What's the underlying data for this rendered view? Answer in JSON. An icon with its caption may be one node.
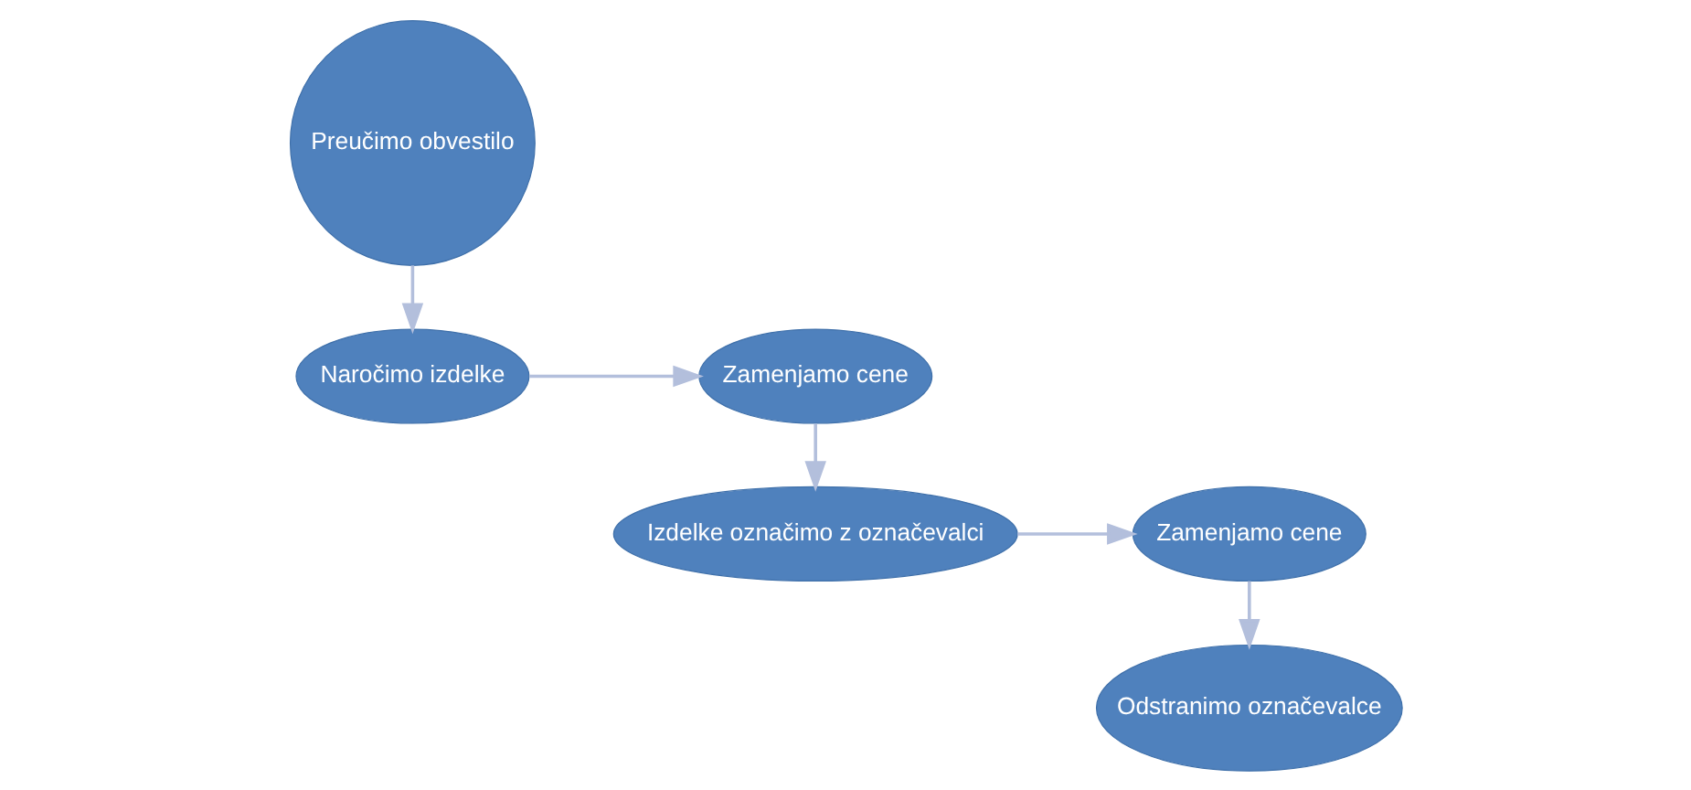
{
  "diagram": {
    "nodes": [
      {
        "text": [
          "Preučimo obvestilo"
        ]
      },
      {
        "text": [
          "Naročimo izdelke"
        ]
      },
      {
        "text": [
          "Zamenjamo cene"
        ]
      },
      {
        "text": [
          "Izdelke označimo z označevalci"
        ]
      },
      {
        "text": [
          "Zamenjamo cene"
        ]
      },
      {
        "text": [
          "Odstranimo označevalce"
        ]
      }
    ],
    "edges": [
      {
        "from": 0,
        "to": 1,
        "arrow": "to"
      },
      {
        "from": 1,
        "to": 2,
        "arrow": "to"
      },
      {
        "from": 2,
        "to": 3,
        "arrow": "to"
      },
      {
        "from": 3,
        "to": 4,
        "arrow": "to"
      },
      {
        "from": 4,
        "to": 5,
        "arrow": "to"
      }
    ]
  }
}
